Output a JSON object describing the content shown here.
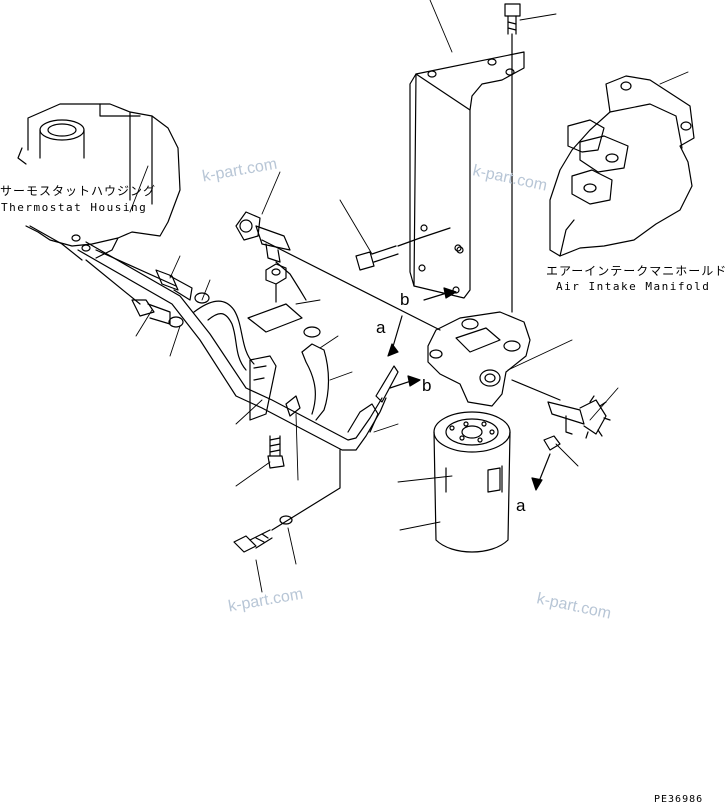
{
  "labels": {
    "thermostat_housing_jp": "サーモスタットハウジング",
    "thermostat_housing_en": "Thermostat Housing",
    "intake_manifold_jp": "エアーインテークマニホールド",
    "intake_manifold_en": "Air Intake Manifold",
    "ref_a_top": "a",
    "ref_a_bottom": "a",
    "ref_b_top": "b",
    "ref_b_bottom": "b"
  },
  "watermark": "k-part.com",
  "figure_code": "PE36986",
  "colors": {
    "line": "#000000",
    "watermark": "#b8c6d6",
    "background": "#ffffff"
  }
}
